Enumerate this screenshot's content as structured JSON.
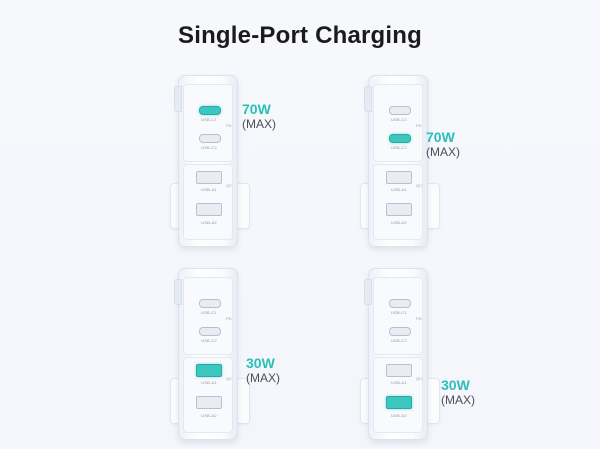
{
  "title": "Single-Port Charging",
  "colors": {
    "active": "#3cc6c0",
    "accent_text": "#2cbfb8",
    "title": "#1b1b1f"
  },
  "port_labels": {
    "c1": "USB-C1",
    "c2": "USB-C2",
    "a1": "USB-A1",
    "a2": "USB-A2",
    "pd": "PD",
    "qc": "QC"
  },
  "panels": [
    {
      "active_port": "c1",
      "watt": "70W",
      "max": "(MAX)"
    },
    {
      "active_port": "c2",
      "watt": "70W",
      "max": "(MAX)"
    },
    {
      "active_port": "a1",
      "watt": "30W",
      "max": "(MAX)"
    },
    {
      "active_port": "a2",
      "watt": "30W",
      "max": "(MAX)"
    }
  ]
}
